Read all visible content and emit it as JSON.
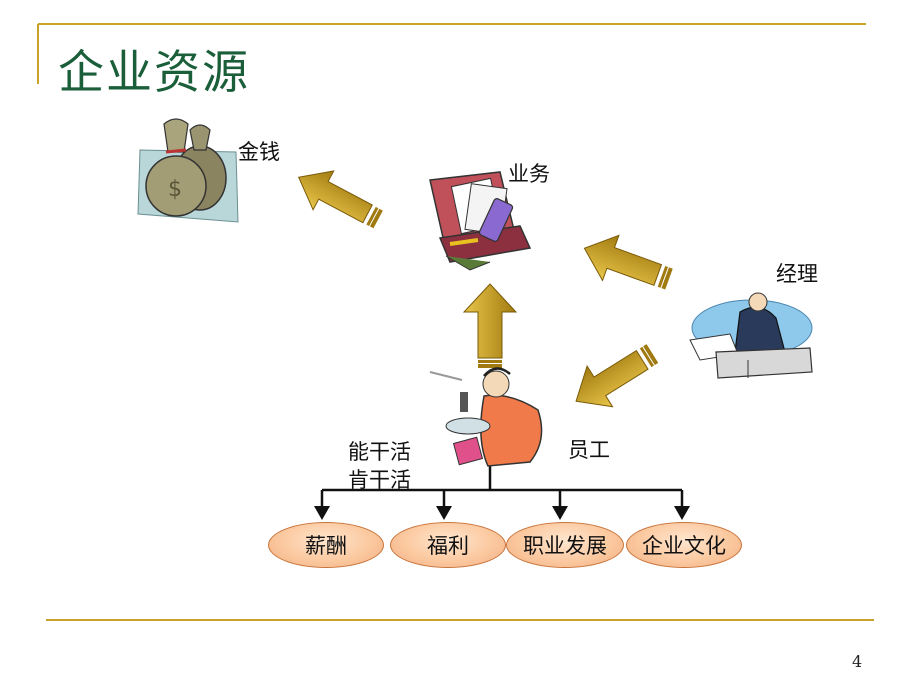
{
  "slide": {
    "title": "企业资源",
    "page_number": "4"
  },
  "labels": {
    "money": "金钱",
    "business": "业务",
    "manager": "经理",
    "employee": "员工",
    "can_work": "能干活",
    "willing_work": "肯干活"
  },
  "benefits": [
    "薪酬",
    "福利",
    "职业发展",
    "企业文化"
  ],
  "colors": {
    "title": "#1b5e3a",
    "rule": "#c9a227",
    "arrow": "#c8a020",
    "oval_border": "#c8743a"
  }
}
